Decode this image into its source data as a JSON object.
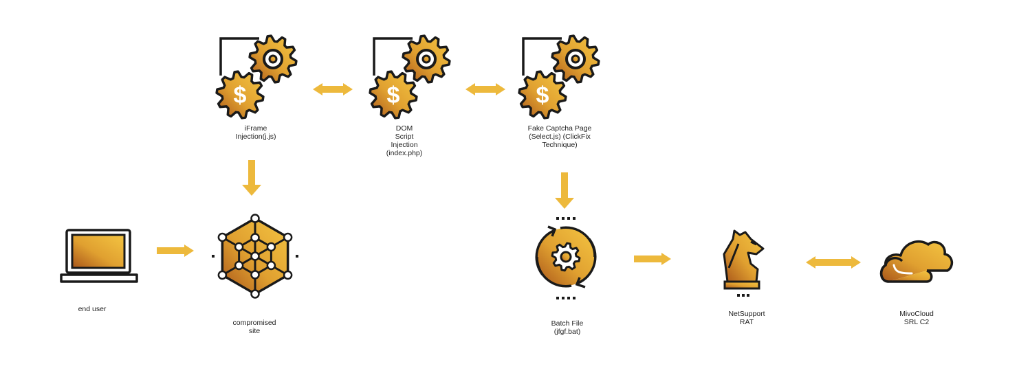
{
  "diagram": {
    "title": "",
    "colors": {
      "gold_light": "#F1C040",
      "gold_dark": "#B5651D",
      "arrow": "#EDB93C",
      "stroke": "#1A1A1A",
      "text": "#222222"
    },
    "nodes": [
      {
        "id": "iframe",
        "icon": "gears-window-icon",
        "label": "iFrame\nInjection(j.js)"
      },
      {
        "id": "dom",
        "icon": "gears-window-icon",
        "label": "DOM\nScript\nInjection\n(index.php)"
      },
      {
        "id": "captcha",
        "icon": "gears-window-icon",
        "label": "Fake Captcha Page\n(Select.js)  (ClickFix\nTechnique)"
      },
      {
        "id": "enduser",
        "icon": "laptop-icon",
        "label": "end user"
      },
      {
        "id": "site",
        "icon": "network-hexagon-icon",
        "label": "compromised\nsite"
      },
      {
        "id": "batch",
        "icon": "cycle-gear-icon",
        "label": "Batch File\n(jfgf.bat)"
      },
      {
        "id": "rat",
        "icon": "chess-knight-icon",
        "label": "NetSupport\nRAT"
      },
      {
        "id": "c2",
        "icon": "cloud-icon",
        "label": "MivoCloud\nSRL C2"
      }
    ],
    "edges": [
      {
        "from": "iframe",
        "to": "dom",
        "direction": "both"
      },
      {
        "from": "dom",
        "to": "captcha",
        "direction": "both"
      },
      {
        "from": "iframe",
        "to": "site",
        "direction": "forward"
      },
      {
        "from": "enduser",
        "to": "site",
        "direction": "forward"
      },
      {
        "from": "captcha",
        "to": "batch",
        "direction": "forward"
      },
      {
        "from": "batch",
        "to": "rat",
        "direction": "forward"
      },
      {
        "from": "rat",
        "to": "c2",
        "direction": "both"
      }
    ]
  }
}
